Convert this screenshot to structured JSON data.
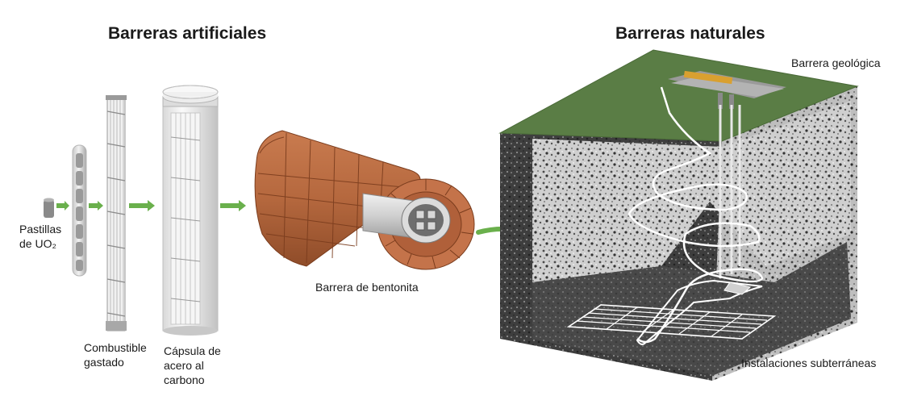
{
  "titles": {
    "artificial": "Barreras artificiales",
    "natural": "Barreras naturales"
  },
  "labels": {
    "pellets": [
      "Pastillas",
      "de UO₂"
    ],
    "fuel": [
      "Combustible",
      "gastado"
    ],
    "capsule": [
      "Cápsula de",
      "acero al",
      "carbono"
    ],
    "bentonite": "Barrera de bentonita",
    "geological": "Barrera geológica",
    "facilities": "Instalaciones subterráneas"
  },
  "colors": {
    "arrow_green": "#6ab04c",
    "surface_green": "#5a7d45",
    "bentonite": "#b5683e",
    "rock_dark": "#4a4a4a",
    "rock_light": "#c8c8c8",
    "steel": "#e6e6e6"
  },
  "icons": [
    "arrow-right-icon",
    "curved-arrow-icon"
  ]
}
